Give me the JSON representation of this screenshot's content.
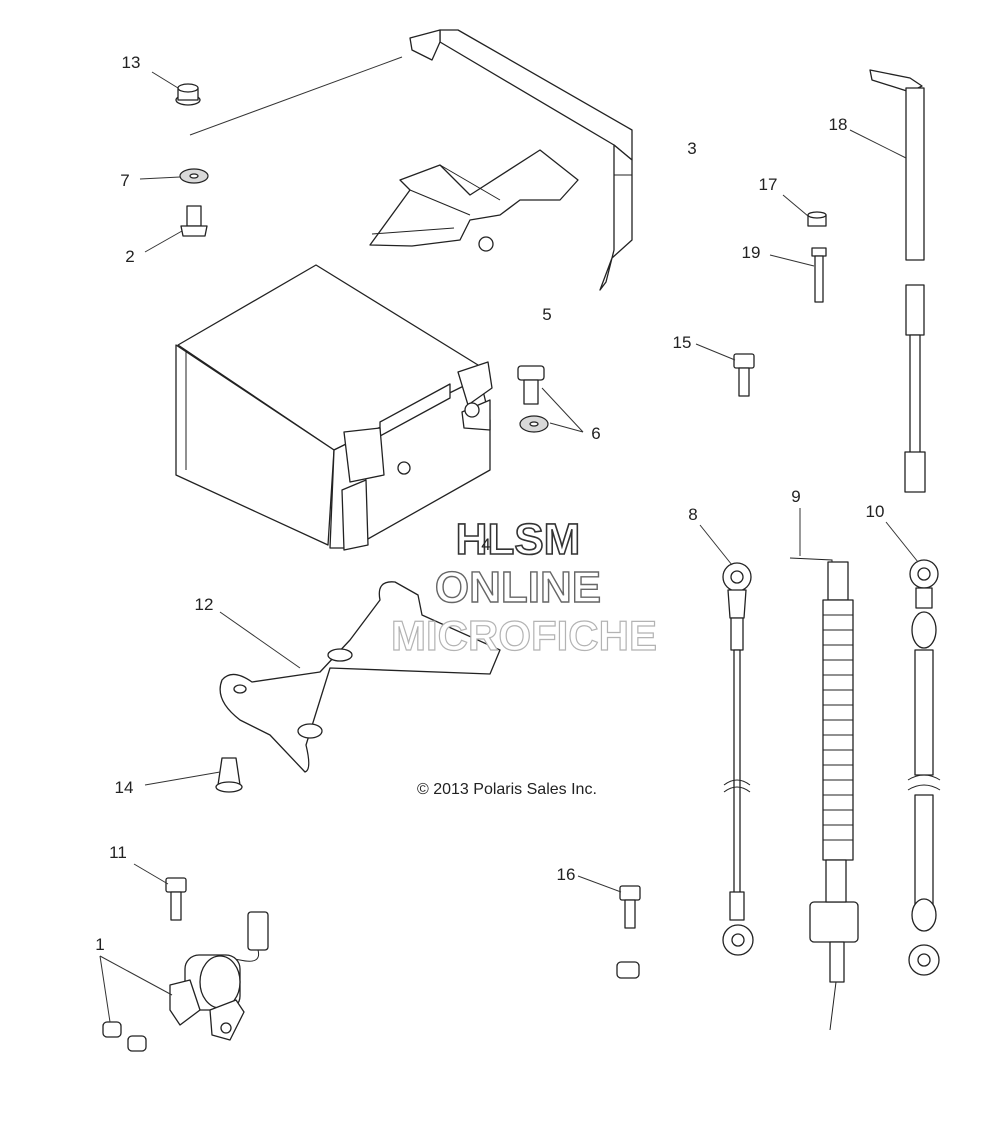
{
  "callouts": {
    "c1": "1",
    "c2": "2",
    "c3": "3",
    "c4": "4",
    "c5": "5",
    "c6": "6",
    "c7": "7",
    "c8": "8",
    "c9": "9",
    "c10": "10",
    "c11": "11",
    "c12": "12",
    "c13": "13",
    "c14": "14",
    "c15": "15",
    "c16": "16",
    "c17": "17",
    "c18": "18",
    "c19": "19"
  },
  "watermark": {
    "line1": "HLSM",
    "line2": "ONLINE",
    "line3": "MICROFICHE"
  },
  "copyright": "© 2013 Polaris Sales Inc."
}
